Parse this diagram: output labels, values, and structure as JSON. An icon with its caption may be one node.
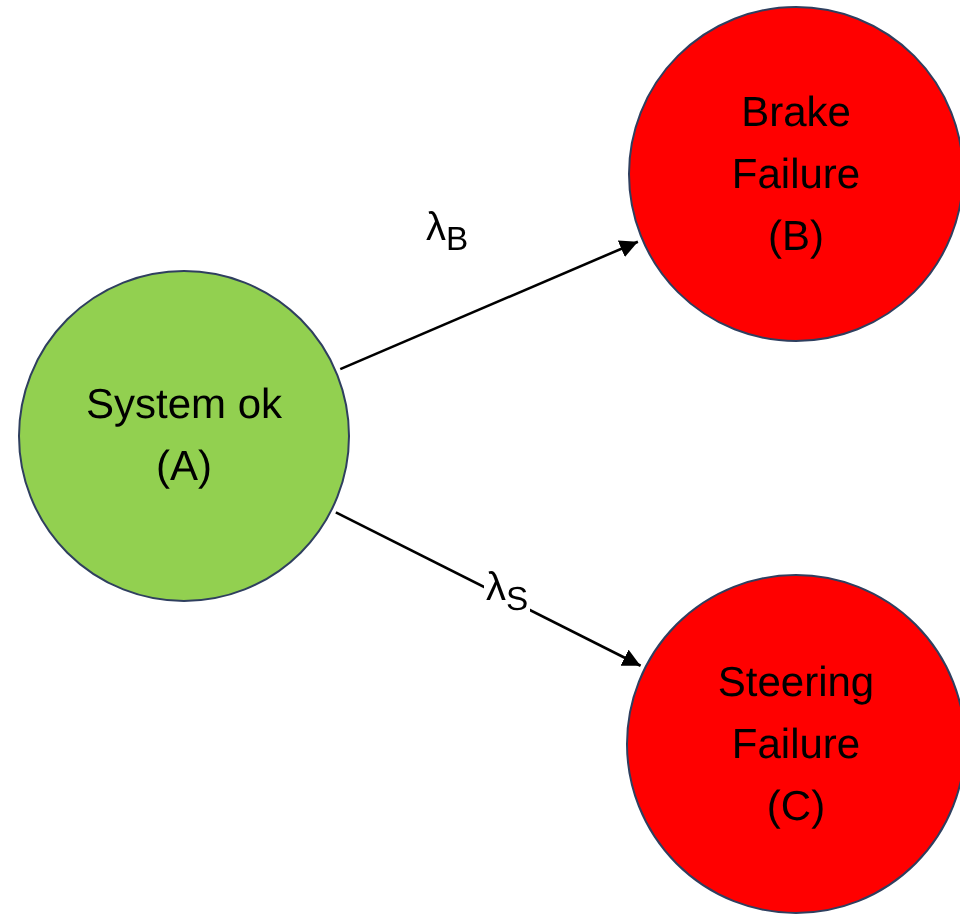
{
  "diagram": {
    "nodes": [
      {
        "text": [
          "System ok (A)"
        ]
      },
      {
        "text": [
          "Brake Failure (B)"
        ]
      },
      {
        "text": [
          "Steering Failure (C)"
        ]
      }
    ],
    "edges": [
      {
        "from": 0,
        "to": 1,
        "arrow": "to",
        "label": "λ$_{B}$"
      },
      {
        "from": 0,
        "to": 2,
        "arrow": "to",
        "label": "λ$_{S}$"
      }
    ]
  }
}
